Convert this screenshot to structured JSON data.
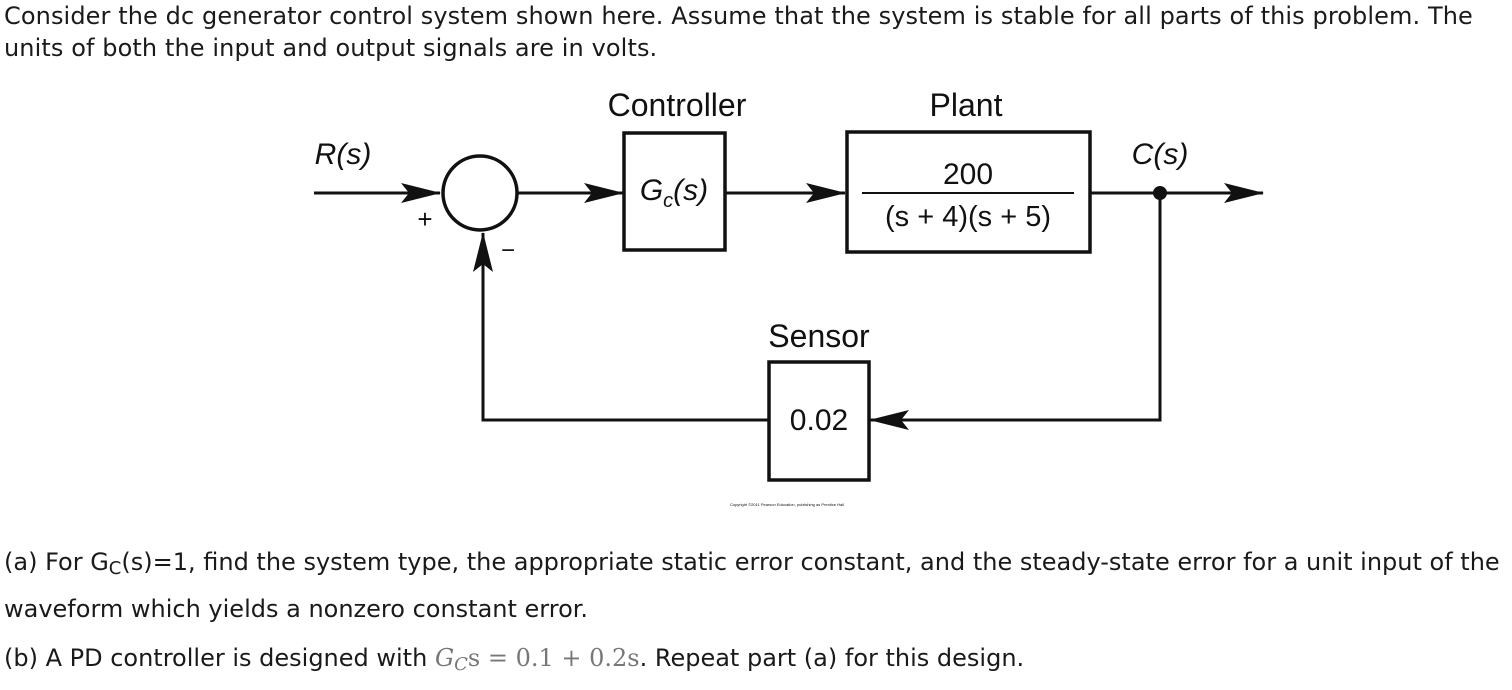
{
  "problem": {
    "intro": "Consider the dc generator control system shown here. Assume that the system is stable for all parts of this problem. The units of both the input and output signals are in volts."
  },
  "diagram": {
    "controller_title": "Controller",
    "plant_title": "Plant",
    "sensor_title": "Sensor",
    "input_label": "R(s)",
    "output_label": "C(s)",
    "controller_block": "G_c(s)",
    "controller_G": "G",
    "controller_sub": "c",
    "controller_arg": "(s)",
    "plant_numerator": "200",
    "plant_denominator": "(s + 4)(s + 5)",
    "sensor_block": "0.02",
    "sum_plus": "+",
    "sum_minus": "−",
    "copyright": "Copyright ©2011 Pearson Education, publishing as Prentice Hall"
  },
  "parts": {
    "a": {
      "prefix": "(a) For G",
      "sub": "C",
      "suffix": "(s)=1, find the system type, the appropriate static error constant, and the steady-state error for a unit input of the waveform which yields a nonzero constant error."
    },
    "b": {
      "prefix": "(b) A PD controller is designed with ",
      "math_G": "G",
      "math_sub": "C",
      "math_rest": "s = 0.1 + 0.2s",
      "suffix": ". Repeat part (a) for this design."
    }
  }
}
